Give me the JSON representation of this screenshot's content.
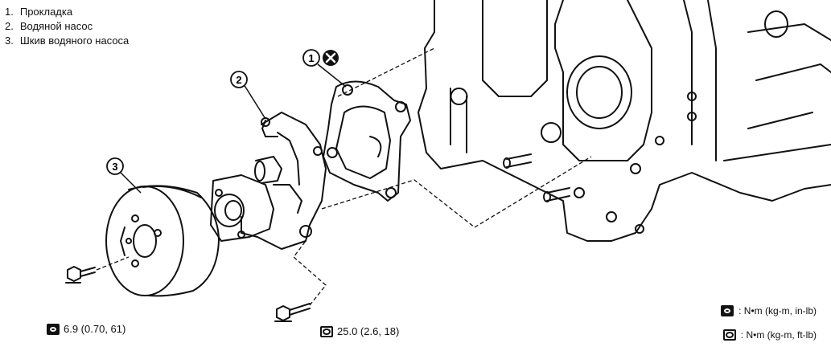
{
  "legend": [
    {
      "num": "1.",
      "text": "Прокладка"
    },
    {
      "num": "2.",
      "text": "Водяной насос"
    },
    {
      "num": "3.",
      "text": "Шкив водяного насоса"
    }
  ],
  "callouts": [
    "1",
    "2",
    "3"
  ],
  "torque": {
    "pulley_bolt": "6.9 (0.70, 61)",
    "pump_bolt": "25.0 (2.6, 18)"
  },
  "units_key": {
    "in_lb": ": N•m (kg-m, in-lb)",
    "ft_lb": ": N•m (kg-m, ft-lb)"
  },
  "icons": {
    "in_lb": "torque-wrench-in-lb-icon",
    "ft_lb": "torque-wrench-ft-lb-icon",
    "replace": "do-not-reuse-icon"
  }
}
